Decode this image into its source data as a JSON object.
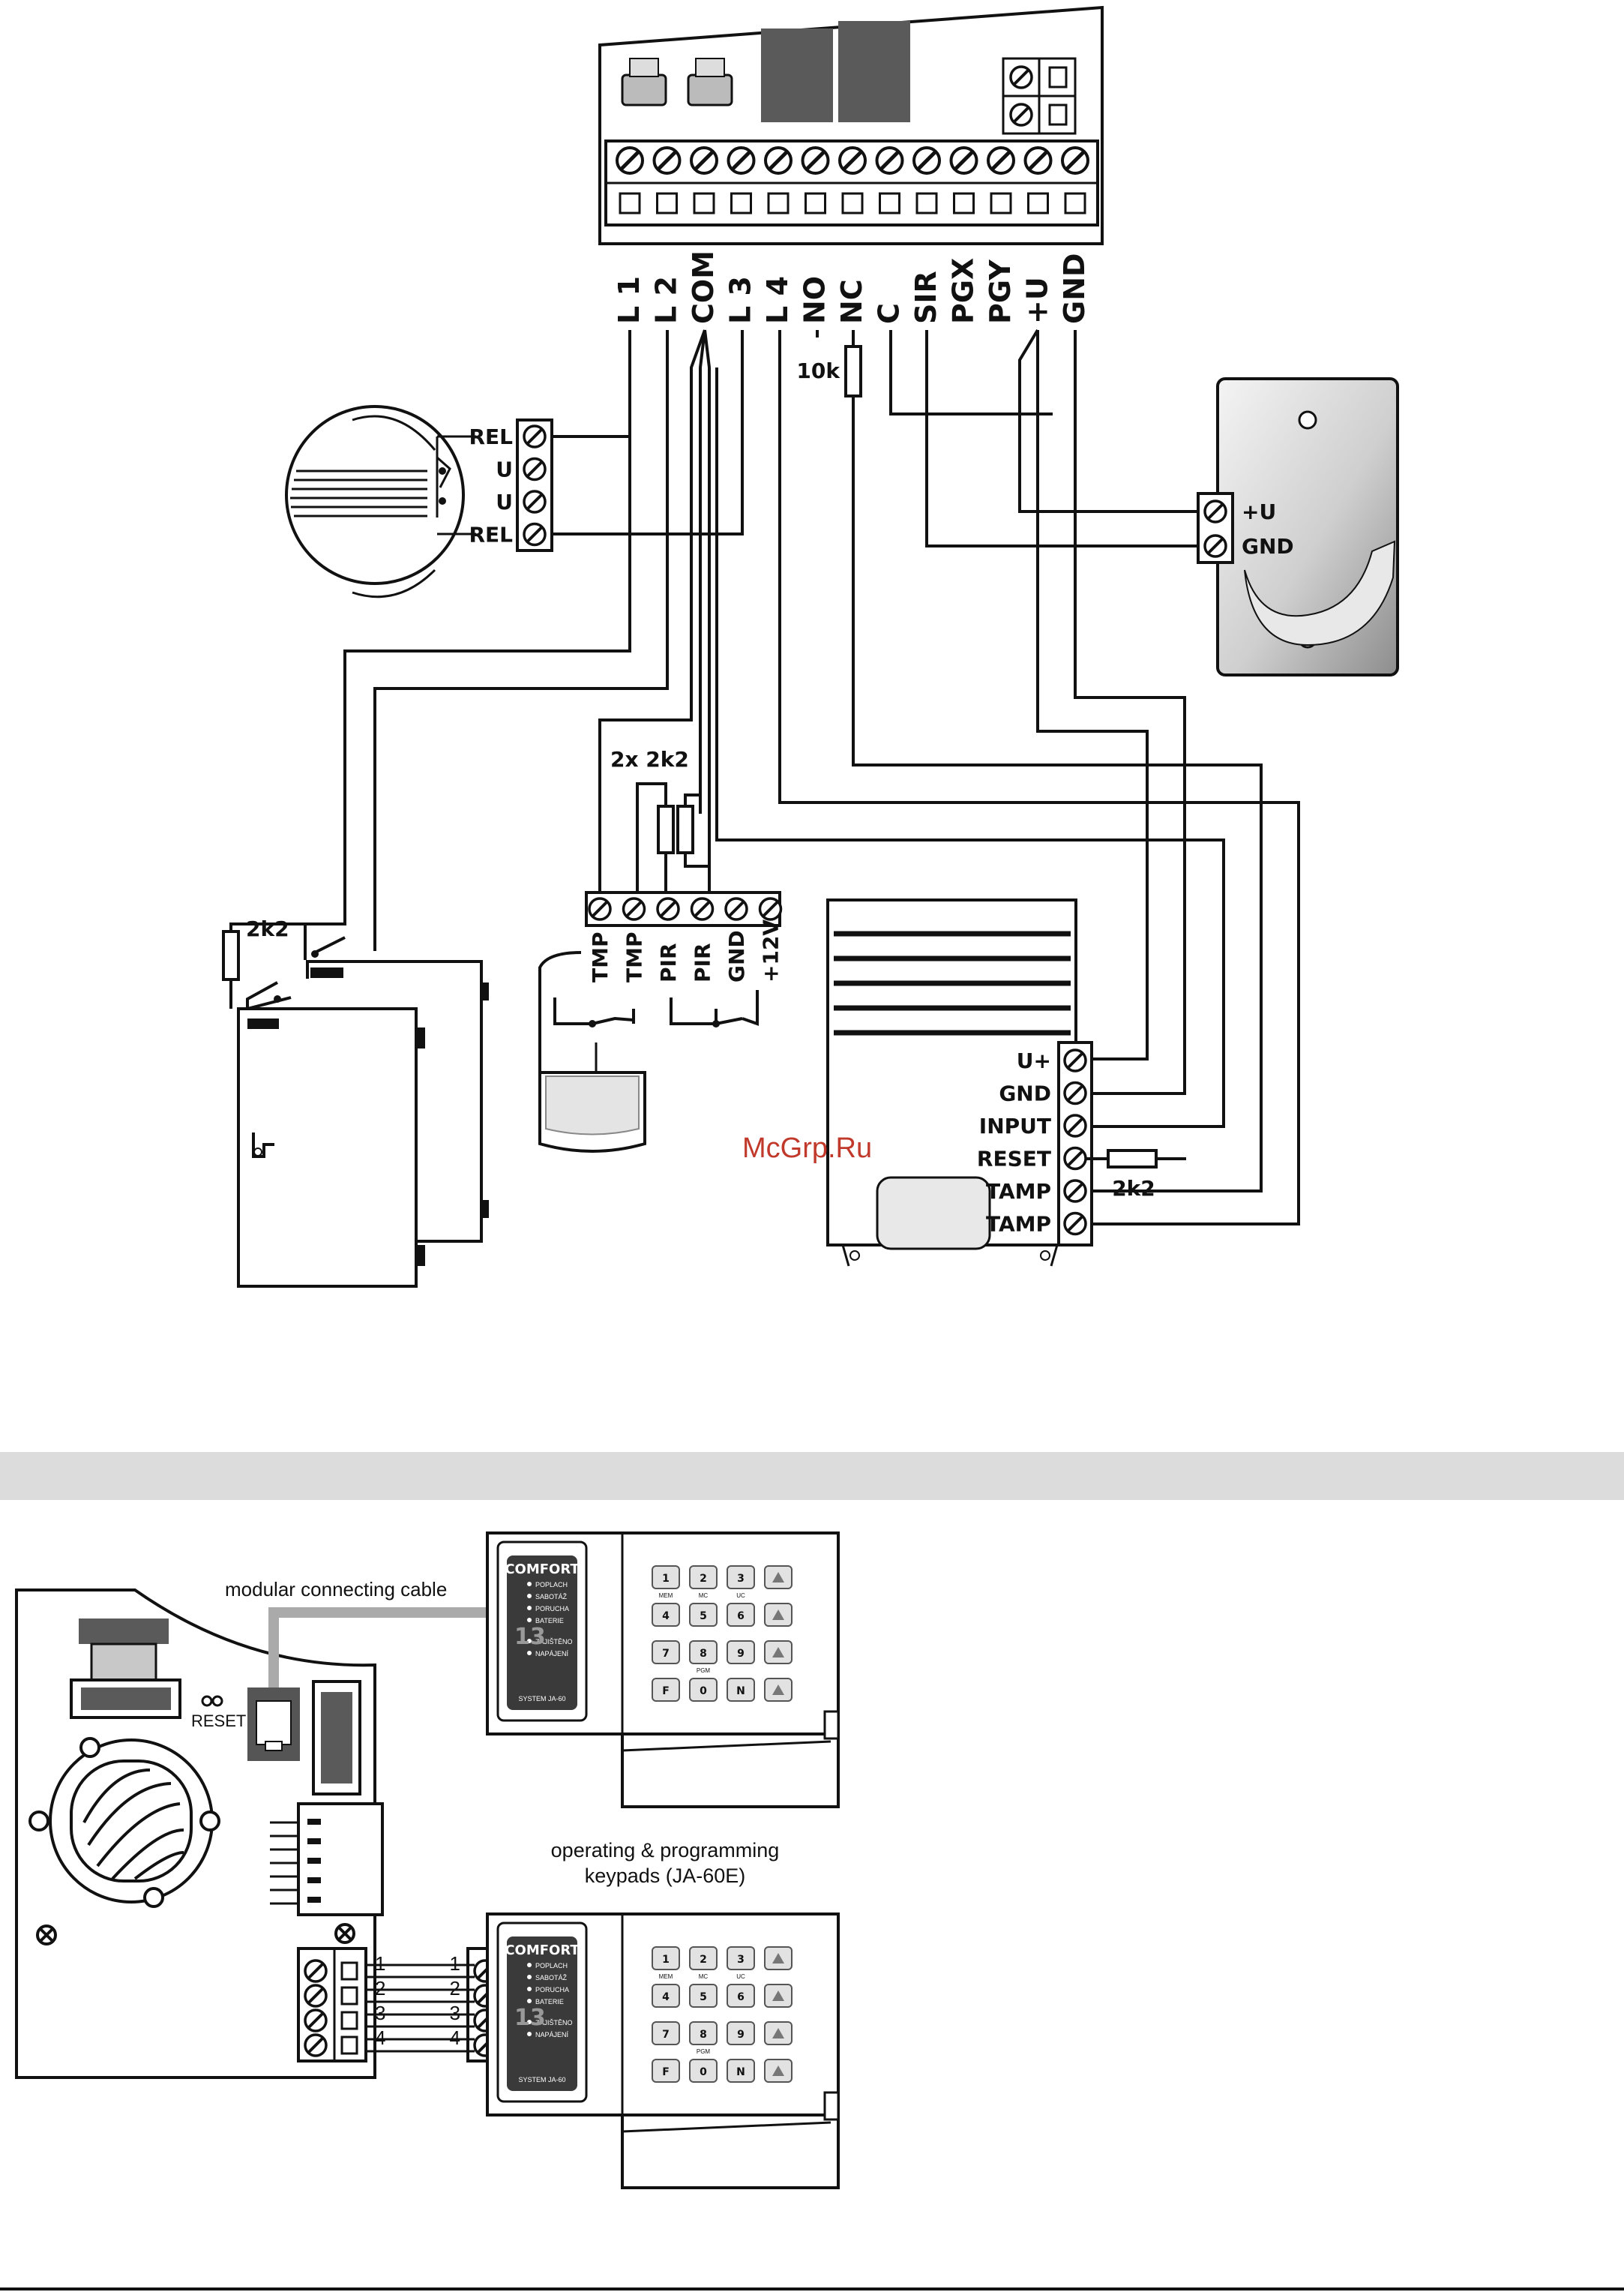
{
  "colors": {
    "ink": "#111111",
    "band": "#dcdcdc",
    "grey_block": "#5a5a5a",
    "cable": "#aaaaaa",
    "watermark": "#c0392b"
  },
  "icons": [
    "screw-terminal-icon",
    "smoke-detector-icon",
    "siren-icon",
    "pir-detector-icon",
    "panel-box-icon",
    "keypad-icon",
    "buzzer-icon",
    "rj-socket-icon"
  ],
  "top_diagram": {
    "terminals": [
      "L 1",
      "L 2",
      "COM",
      "L 3",
      "L 4",
      "NO",
      "NC",
      "C",
      "SIR",
      "PGX",
      "PGY",
      "+U",
      "GND"
    ],
    "resistor_10k": "10k",
    "smoke_detector": {
      "terminals": [
        "REL",
        "U",
        "U",
        "REL"
      ]
    },
    "siren": {
      "terminals": [
        "+U",
        "GND"
      ]
    },
    "pir": {
      "resistor_label": "2x 2k2",
      "terminals": [
        "TMP",
        "TMP",
        "PIR",
        "PIR",
        "GND",
        "+12V"
      ]
    },
    "door_contact": {
      "resistor_label": "2k2"
    },
    "external_siren": {
      "terminals": [
        "U+",
        "GND",
        "INPUT",
        "RESET",
        "TAMP",
        "TAMP"
      ],
      "resistor_label": "2k2"
    },
    "watermark": "McGrp.Ru"
  },
  "bottom_diagram": {
    "cable_label": "modular connecting cable",
    "reset_label": "RESET",
    "keypads_label_line1": "operating & programming",
    "keypads_label_line2": "keypads (JA-60E)",
    "wire_numbers": [
      "1",
      "2",
      "3",
      "4"
    ],
    "keypad": {
      "brand": "COMFORT",
      "system": "SYSTEM JA-60",
      "leds": [
        "POPLACH",
        "SABOTÁŽ",
        "PORUCHA",
        "BATERIE",
        "ZAJIŠTĚNO",
        "NAPÁJENÍ"
      ],
      "display": "13",
      "keys": [
        "1",
        "2",
        "3",
        "4",
        "5",
        "6",
        "7",
        "8",
        "9",
        "F",
        "0",
        "N"
      ],
      "key_captions": [
        "MEM",
        "MC",
        "UC",
        "PGM"
      ]
    }
  }
}
